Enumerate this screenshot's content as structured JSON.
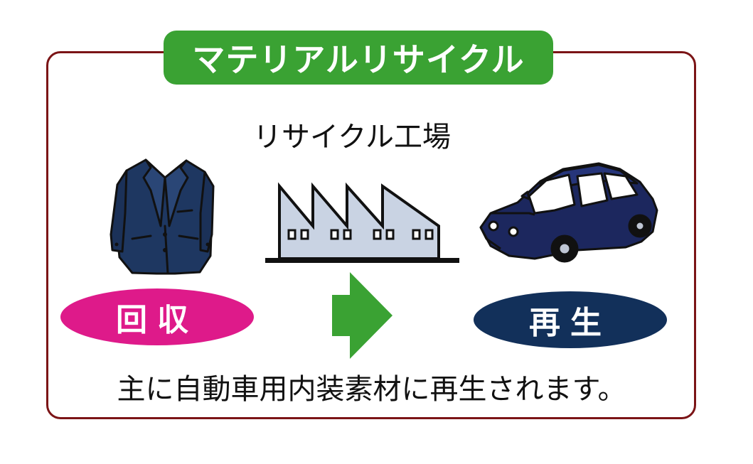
{
  "title": "マテリアルリサイクル",
  "factory_label": "リサイクル工場",
  "collect_label": "回収",
  "regenerate_label": "再生",
  "description": "主に自動車用内装素材に再生されます。",
  "icons": {
    "clothing": "jacket-icon",
    "factory": "factory-icon",
    "arrow": "arrow-right-icon",
    "car": "car-icon"
  },
  "colors": {
    "title_bg": "#3aa233",
    "frame_border": "#7b1416",
    "collect_bg": "#de1a8a",
    "regenerate_bg": "#12305a",
    "arrow": "#3aa233",
    "jacket": "#1e3761",
    "factory": "#c9d3e3",
    "car": "#1c275e"
  }
}
